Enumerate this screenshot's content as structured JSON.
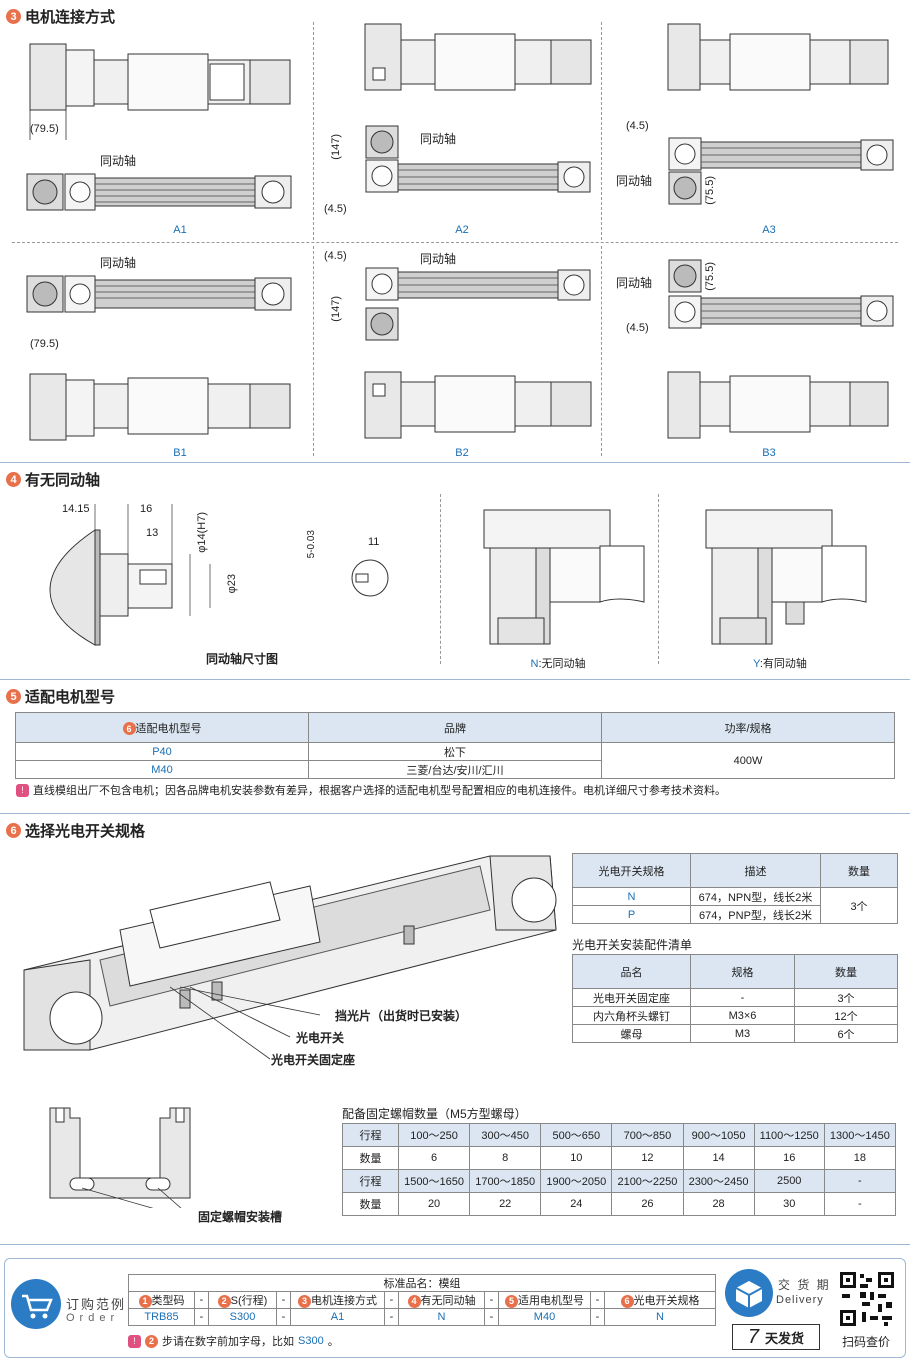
{
  "section3": {
    "num": "3",
    "title": "电机连接方式",
    "labels": {
      "sync_shaft": "同动轴"
    },
    "dims": {
      "d79_5": "(79.5)",
      "d147": "(147)",
      "d4_5": "(4.5)",
      "d75_5": "(75.5)"
    },
    "captions": [
      "A1",
      "A2",
      "A3",
      "B1",
      "B2",
      "B3"
    ]
  },
  "section4": {
    "num": "4",
    "title": "有无同动轴",
    "dims": {
      "d14_15": "14.15",
      "d16": "16",
      "d13": "13",
      "phi14": "φ14(H7)",
      "phi23": "φ23",
      "d11": "11",
      "tol": "5-0.03",
      "tol_top": "0"
    },
    "caption_main": "同动轴尺寸图",
    "caption_n_code": "N",
    "caption_n_text": ":无同动轴",
    "caption_y_code": "Y",
    "caption_y_text": ":有同动轴"
  },
  "section5": {
    "num": "5",
    "title": "适配电机型号",
    "table": {
      "head_num": "6",
      "headers": [
        "适配电机型号",
        "品牌",
        "功率/规格"
      ],
      "rows": [
        {
          "model": "P40",
          "brand": "松下"
        },
        {
          "model": "M40",
          "brand": "三菱/台达/安川/汇川"
        }
      ],
      "power": "400W"
    },
    "note": "直线模组出厂不包含电机；因各品牌电机安装参数有差异，根据客户选择的适配电机型号配置相应的电机连接件。电机详细尺寸参考技术资料。"
  },
  "section6": {
    "num": "6",
    "title": "选择光电开关规格",
    "callouts": [
      "挡光片（出货时已安装）",
      "光电开关",
      "光电开关固定座"
    ],
    "slot_label": "固定螺帽安装槽",
    "switch_table": {
      "headers": [
        "光电开关规格",
        "描述",
        "数量"
      ],
      "rows": [
        {
          "code": "N",
          "desc": "674，NPN型，线长2米"
        },
        {
          "code": "P",
          "desc": "674，PNP型，线长2米"
        }
      ],
      "qty": "3个"
    },
    "parts_title": "光电开关安装配件清单",
    "parts_table": {
      "headers": [
        "品名",
        "规格",
        "数量"
      ],
      "rows": [
        {
          "name": "光电开关固定座",
          "spec": "-",
          "qty": "3个"
        },
        {
          "name": "内六角杯头螺钉",
          "spec": "M3×6",
          "qty": "12个"
        },
        {
          "name": "螺母",
          "spec": "M3",
          "qty": "6个"
        }
      ]
    },
    "nut_title": "配备固定螺帽数量（M5方型螺母）",
    "nut_table": {
      "row1_label": "行程",
      "row1": [
        "100～250",
        "300～450",
        "500～650",
        "700～850",
        "900～1050",
        "1100～1250",
        "1300～1450"
      ],
      "row2_label": "数量",
      "row2": [
        "6",
        "8",
        "10",
        "12",
        "14",
        "16",
        "18"
      ],
      "row3_label": "行程",
      "row3": [
        "1500～1650",
        "1700～1850",
        "1900～2050",
        "2100～2250",
        "2300～2450",
        "2500",
        "-"
      ],
      "row4_label": "数量",
      "row4": [
        "20",
        "22",
        "24",
        "26",
        "28",
        "30",
        "-"
      ]
    }
  },
  "order": {
    "label_cn": "订购范例",
    "label_en": "Order",
    "product_name": "标准品名：模组",
    "cols": [
      {
        "num": "1",
        "label": "类型码",
        "value": "TRB85"
      },
      {
        "num": "2",
        "label": "S(行程)",
        "value": "S300"
      },
      {
        "num": "3",
        "label": "电机连接方式",
        "value": "A1"
      },
      {
        "num": "4",
        "label": "有无同动轴",
        "value": "N"
      },
      {
        "num": "5",
        "label": "适用电机型号",
        "value": "M40"
      },
      {
        "num": "6",
        "label": "光电开关规格",
        "value": "N"
      }
    ],
    "sep": "-",
    "note_num": "2",
    "note_pre": "步请在数字前加字母，比如",
    "note_code": "S300",
    "note_post": "。",
    "delivery_cn": "交 货 期",
    "delivery_en": "Delivery",
    "days_num": "7",
    "days_text": "天发货",
    "qr_caption": "扫码查价"
  }
}
